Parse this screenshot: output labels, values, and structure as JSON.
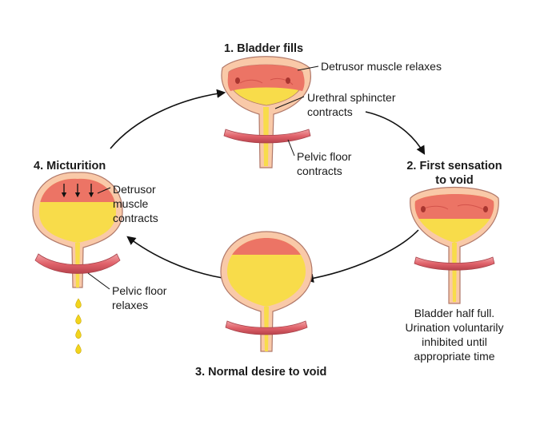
{
  "stages": {
    "s1": {
      "title": "1. Bladder fills",
      "labels": {
        "detrusor": "Detrusor muscle relaxes",
        "sphincter_1": "Urethral sphincter",
        "sphincter_2": "contracts",
        "pelvic_1": "Pelvic floor",
        "pelvic_2": "contracts"
      },
      "fill_fraction": 0.15
    },
    "s2": {
      "title_1": "2. First sensation",
      "title_2": "to void",
      "note": [
        "Bladder half full.",
        "Urination voluntarily",
        "inhibited until",
        "appropriate time"
      ],
      "fill_fraction": 0.5
    },
    "s3": {
      "title": "3. Normal desire to void",
      "fill_fraction": 0.78
    },
    "s4": {
      "title": "4. Micturition",
      "labels": {
        "detrusor_1": "Detrusor",
        "detrusor_2": "muscle",
        "detrusor_3": "contracts",
        "pelvic_1": "Pelvic floor",
        "pelvic_2": "relaxes"
      },
      "fill_fraction": 0.75
    }
  },
  "colors": {
    "wall": "#f9c9a8",
    "muscle": "#ec7465",
    "urine": "#f8dc4a",
    "pelvic": "#e0626a",
    "outline": "#b1796a"
  }
}
